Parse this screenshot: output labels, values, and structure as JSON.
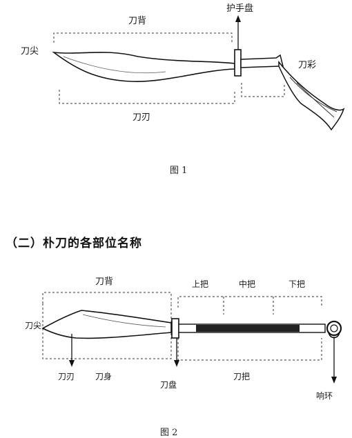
{
  "figure1": {
    "caption": "图 1",
    "labels": {
      "dao_bei": "刀背",
      "hu_shou_pan": "护手盘",
      "dao_jian": "刀尖",
      "dao_cai": "刀彩",
      "dao_ren": "刀刃"
    }
  },
  "section": {
    "heading": "（二）朴刀的各部位名称"
  },
  "figure2": {
    "caption": "图 2",
    "labels": {
      "dao_bei": "刀背",
      "shang_ba": "上把",
      "zhong_ba": "中把",
      "xia_ba": "下把",
      "dao_jian": "刀尖",
      "dao_ren": "刀刃",
      "dao_shen": "刀身",
      "dao_pan": "刀盘",
      "dao_ba": "刀把",
      "xiang_huan": "响环"
    }
  }
}
